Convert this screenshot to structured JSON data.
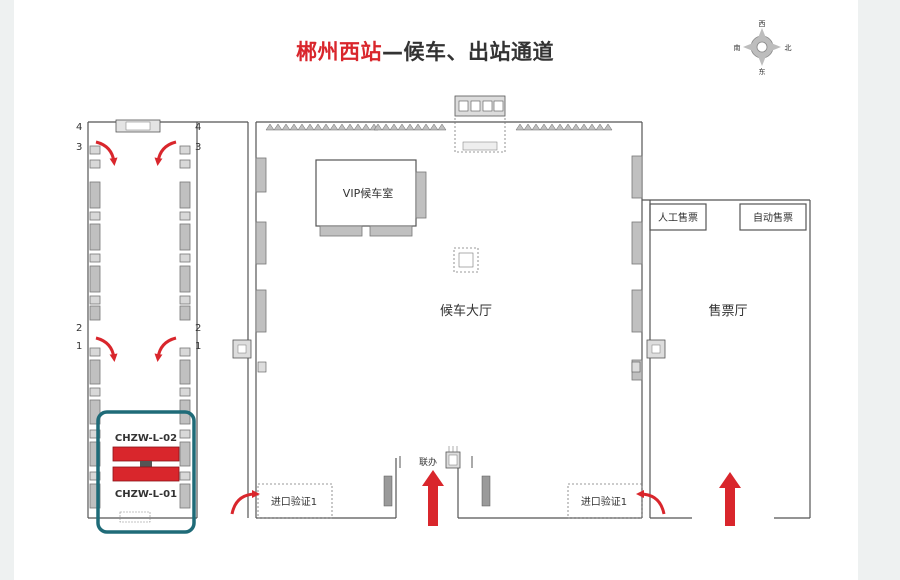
{
  "title": {
    "station": "郴州西站",
    "rest": "—候车、出站通道"
  },
  "compass": {
    "north": "北",
    "south": "南",
    "east": "东",
    "west": "西"
  },
  "rooms": {
    "vip": "VIP候车室",
    "hall": "候车大厅",
    "manual_ticket": "人工售票",
    "auto_ticket": "自动售票",
    "ticket_hall": "售票厅",
    "entry_left": "进口验证1",
    "entry_right": "进口验证1",
    "lift": "联办"
  },
  "gates": {
    "left_top": "4",
    "right_top": "4",
    "left_3": "3",
    "right_3": "3",
    "left_2": "2",
    "right_2": "2",
    "left_1": "1",
    "right_1": "1"
  },
  "devices": {
    "upper": "CHZW-L-02",
    "lower": "CHZW-L-01"
  },
  "colors": {
    "accent_red": "#d9262c",
    "highlight": "#1f6b78",
    "wall": "#555555"
  }
}
